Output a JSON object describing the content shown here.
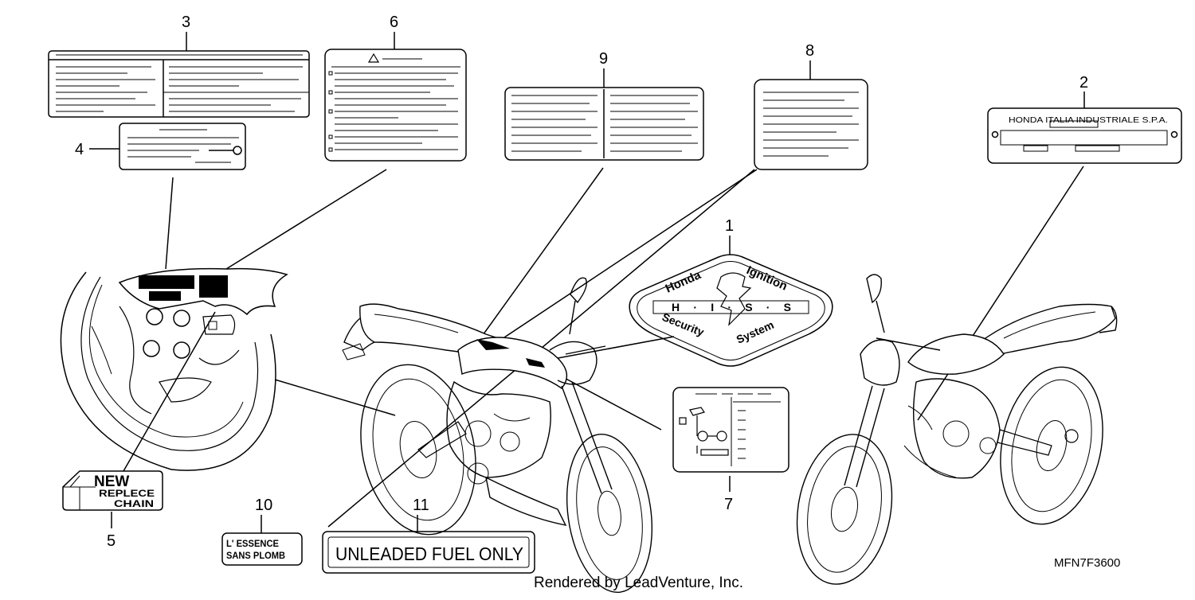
{
  "callouts": {
    "c1": "1",
    "c2": "2",
    "c3": "3",
    "c4": "4",
    "c5": "5",
    "c6": "6",
    "c7": "7",
    "c8": "8",
    "c9": "9",
    "c10": "10",
    "c11": "11"
  },
  "label2": {
    "text": "HONDA ITALIA INDUSTRIALE S.P.A."
  },
  "hiss": {
    "word1": "Honda",
    "word2": "Ignition",
    "word3": "H·I·S·S",
    "word4": "Security",
    "word5": "System"
  },
  "label5": {
    "line1": "NEW",
    "line2": "REPLECE",
    "line3": "CHAIN"
  },
  "label10": {
    "line1": "L' ESSENCE",
    "line2": "SANS PLOMB"
  },
  "label11": {
    "text": "UNLEADED FUEL ONLY"
  },
  "diagram_code": "MFN7F3600",
  "credit": "Rendered by LeadVenture, Inc.",
  "colors": {
    "ink": "#000000",
    "paper": "#ffffff"
  }
}
